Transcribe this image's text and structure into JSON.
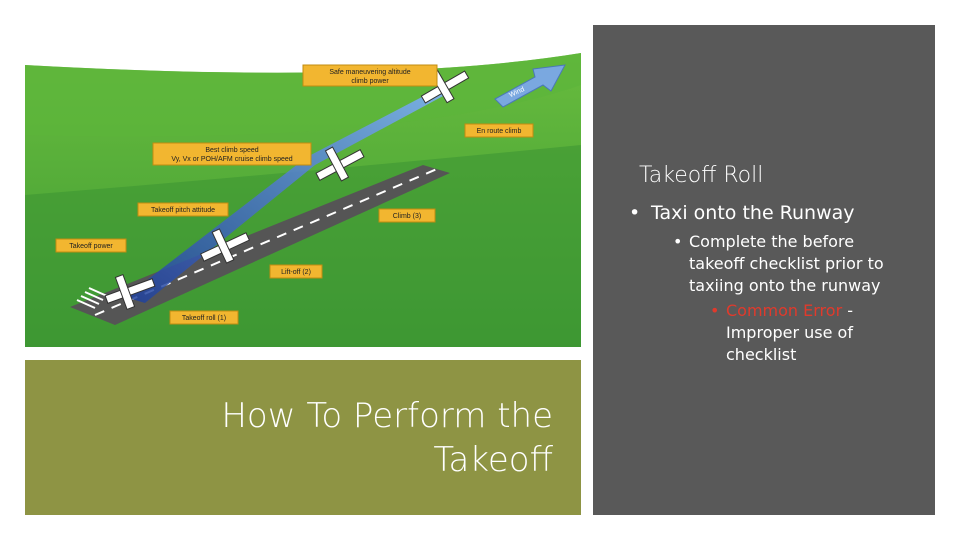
{
  "slide": {
    "title_line1": "How To Perform the",
    "title_line2": "Takeoff"
  },
  "content": {
    "heading": "Takeoff Roll",
    "bullet1": "Taxi onto the Runway",
    "bullet2": "Complete the before takeoff checklist prior to taxiing onto the runway",
    "bullet3_error": "Common Error",
    "bullet3_rest": " - Improper use of checklist",
    "bullet_glyph": "•"
  },
  "illustration": {
    "labels": {
      "safe_maneuvering_l1": "Safe maneuvering altitude",
      "safe_maneuvering_l2": "climb power",
      "wind": "Wind",
      "en_route_climb": "En route climb",
      "best_climb_l1": "Best climb speed",
      "best_climb_l2": "Vy, Vx or POH/AFM cruise climb speed",
      "takeoff_pitch": "Takeoff pitch attitude",
      "climb3": "Climb (3)",
      "takeoff_power": "Takeoff power",
      "liftoff2": "Lift-off (2)",
      "takeoff_roll1": "Takeoff roll (1)"
    },
    "colors": {
      "sky": "#ffffff",
      "grass_light": "#4fa83a",
      "grass_dark": "#2f8a2a",
      "runway": "#5a5a5a",
      "label_fill": "#f2b630",
      "path": "#2a5fbf",
      "wind_arrow": "#7aa8e0"
    }
  }
}
